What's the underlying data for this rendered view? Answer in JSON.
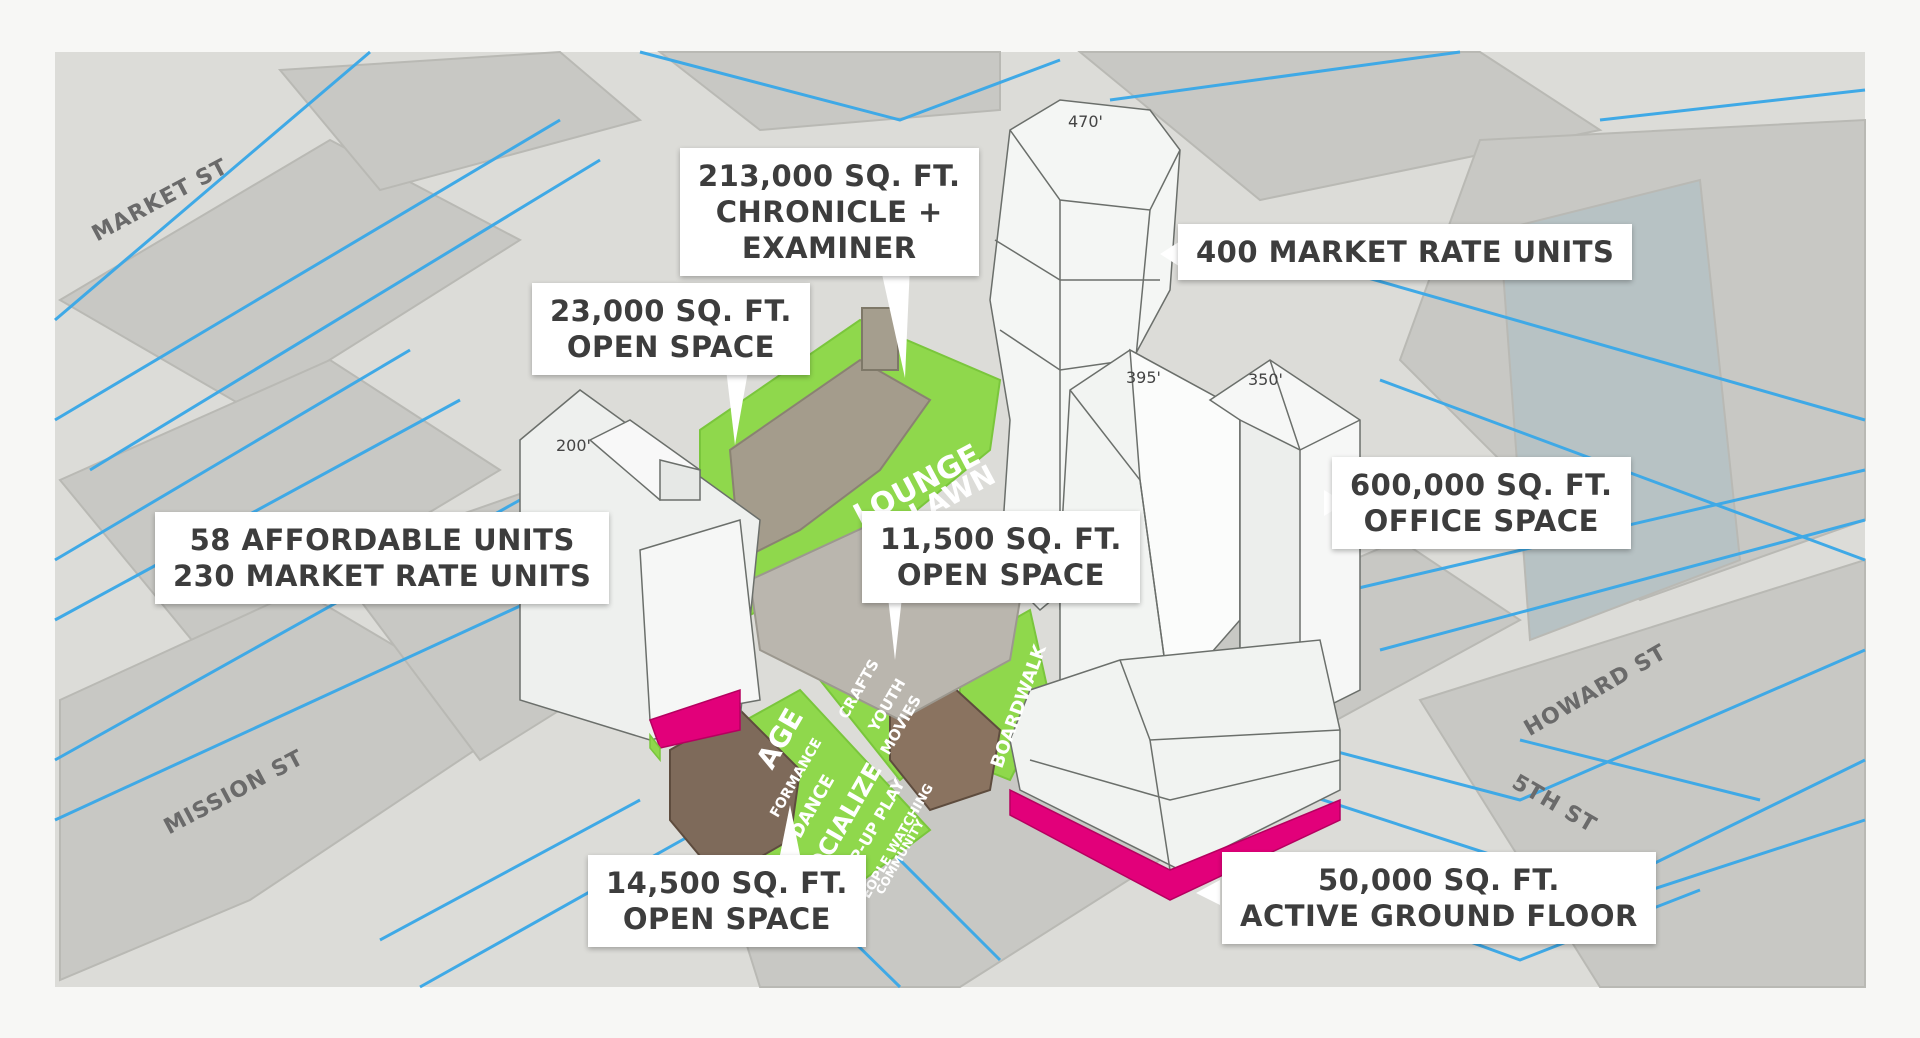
{
  "colors": {
    "street_line": "#3fa9e6",
    "green_space": "#8fd84c",
    "active_ground": "#e2007a",
    "tower": "#f4f6f4",
    "tower_stroke": "#6b6f6b",
    "city_block": "#c9c9c5",
    "background": "#dcdcd8"
  },
  "streets": {
    "market": "MARKET ST",
    "mission": "MISSION ST",
    "howard": "HOWARD ST",
    "fifth": "5TH ST"
  },
  "heights": {
    "tower_470": "470'",
    "tower_395": "395'",
    "tower_350": "350'",
    "tower_200": "200'"
  },
  "callouts": {
    "chronicle": [
      "213,000 SQ. FT.",
      "CHRONICLE +",
      "EXAMINER"
    ],
    "market_rate_400": [
      "400 MARKET RATE UNITS"
    ],
    "open_space_23000": [
      "23,000 SQ. FT.",
      "OPEN SPACE"
    ],
    "affordable": [
      "58 AFFORDABLE UNITS",
      "230 MARKET RATE UNITS"
    ],
    "open_space_11500": [
      "11,500 SQ. FT.",
      "OPEN SPACE"
    ],
    "office": [
      "600,000 SQ. FT.",
      "OFFICE SPACE"
    ],
    "open_space_14500": [
      "14,500 SQ. FT.",
      "OPEN SPACE"
    ],
    "ground_floor": [
      "50,000 SQ. FT.",
      "ACTIVE GROUND FLOOR"
    ]
  },
  "green_words": {
    "lounge": "LOUNGE",
    "lawn": "LAWN",
    "crafts": "CRAFTS",
    "youth": "YOUTH",
    "movies": "MOVIES",
    "boardwalk": "BOARDWALK",
    "age": "AGE",
    "performance": "FORMANCE",
    "dance": "DANCE",
    "socialize": "SOCIALIZE",
    "popup": "POP-UP PLAY",
    "people_watching": "PEOPLE WATCHING",
    "community": "COMMUNITY"
  }
}
